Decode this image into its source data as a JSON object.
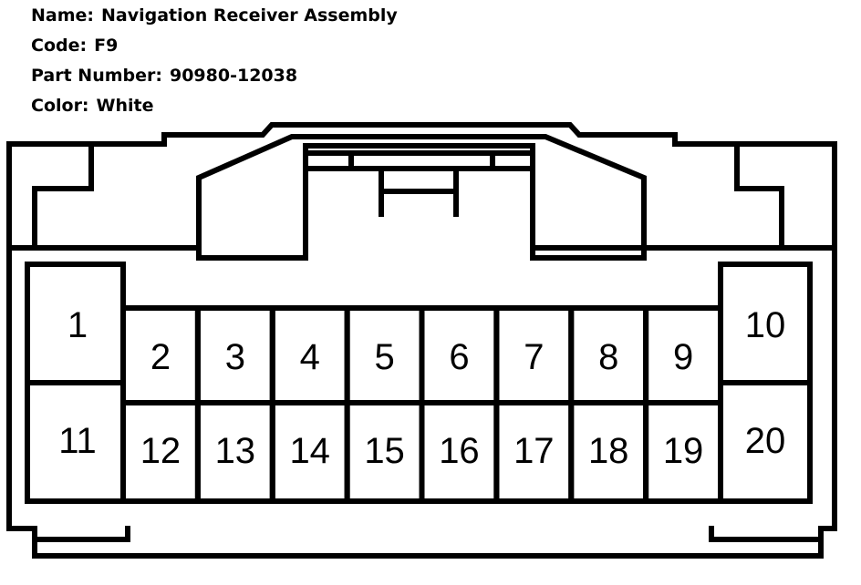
{
  "info": {
    "name_label": "Name:",
    "name_value": "Navigation Receiver Assembly",
    "code_label": "Code:",
    "code_value": "F9",
    "part_label": "Part Number:",
    "part_value": "90980-12038",
    "color_label": "Color:",
    "color_value": "White"
  },
  "pins": [
    {
      "label": "1"
    },
    {
      "label": "2"
    },
    {
      "label": "3"
    },
    {
      "label": "4"
    },
    {
      "label": "5"
    },
    {
      "label": "6"
    },
    {
      "label": "7"
    },
    {
      "label": "8"
    },
    {
      "label": "9"
    },
    {
      "label": "10"
    },
    {
      "label": "11"
    },
    {
      "label": "12"
    },
    {
      "label": "13"
    },
    {
      "label": "14"
    },
    {
      "label": "15"
    },
    {
      "label": "16"
    },
    {
      "label": "17"
    },
    {
      "label": "18"
    },
    {
      "label": "19"
    },
    {
      "label": "20"
    }
  ],
  "colors": {
    "line": "#000000",
    "background": "#ffffff"
  }
}
